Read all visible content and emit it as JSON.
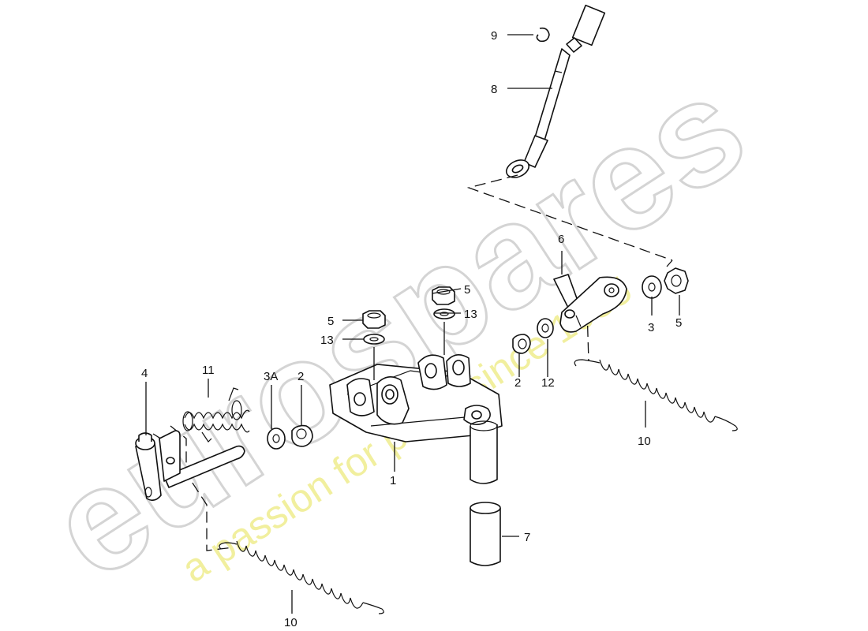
{
  "watermark": {
    "brand": "eurospares",
    "tagline": "a passion for parts since 1985"
  },
  "labels": {
    "l1": "1",
    "l2a": "2",
    "l2b": "2",
    "l3": "3",
    "l3a": "3A",
    "l4": "4",
    "l5a": "5",
    "l5b": "5",
    "l5c": "5",
    "l6": "6",
    "l7": "7",
    "l8": "8",
    "l9": "9",
    "l10a": "10",
    "l10b": "10",
    "l11": "11",
    "l12": "12",
    "l13a": "13",
    "l13b": "13"
  }
}
